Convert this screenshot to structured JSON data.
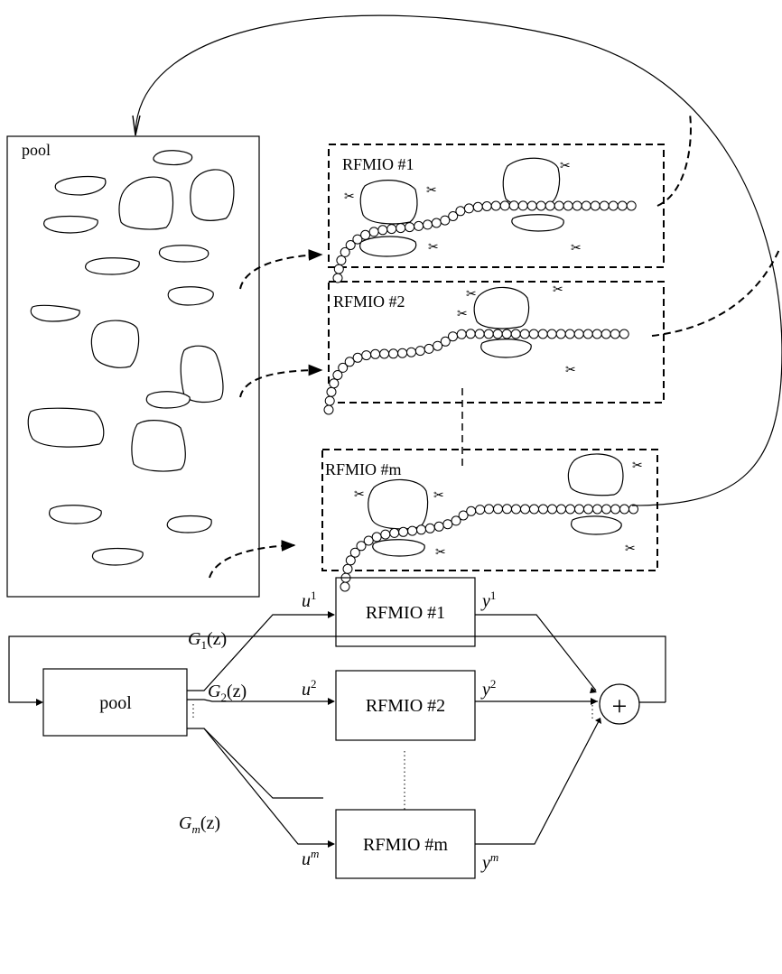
{
  "top": {
    "pool_label": "pool",
    "rfmio_labels": [
      "RFMIO #1",
      "RFMIO #2",
      "RFMIO #m"
    ]
  },
  "bottom": {
    "pool_label": "pool",
    "rfmio_labels": [
      "RFMIO #1",
      "RFMIO #2",
      "RFMIO #m"
    ],
    "filters": [
      {
        "base": "G",
        "sub": "1",
        "arg": "(z)"
      },
      {
        "base": "G",
        "sub": "2",
        "arg": "(z)"
      },
      {
        "base": "G",
        "sub": "m",
        "arg": "(z)"
      }
    ],
    "inputs": [
      {
        "base": "u",
        "sup": "1"
      },
      {
        "base": "u",
        "sup": "2"
      },
      {
        "base": "u",
        "sup": "m"
      }
    ],
    "outputs": [
      {
        "base": "y",
        "sup": "1"
      },
      {
        "base": "y",
        "sup": "2"
      },
      {
        "base": "y",
        "sup": "m"
      }
    ],
    "sum_symbol": "+"
  }
}
